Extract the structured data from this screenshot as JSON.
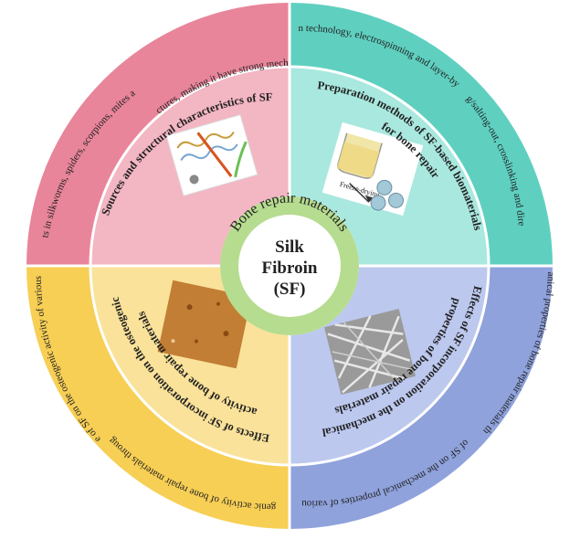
{
  "center": {
    "arc_label": "Bone repair materials",
    "line1": "Silk",
    "line2": "Fibroin",
    "line3": "(SF)"
  },
  "quadrants": {
    "top_left": {
      "title": "Sources and structural characteristics of SF",
      "outer_a": "SF's β-sheet structures, making it have strong mechanical properties",
      "outer_b": "SF exists in silkworms, spiders, scorpions, mites and bees"
    },
    "top_right": {
      "title_line1": "Preparation methods of SF-based biomaterials",
      "title_line2": "for bone repair",
      "outer_a": "The electrodeposition technology, electrospinning and layer-by-layer self-assembly",
      "outer_b": "Freeze-drying/salting-out, crosslinking and direct integration",
      "figure_label": "Freeze-drying"
    },
    "bottom_right": {
      "title_line1": "Effects of SF incorporation on the mechanical",
      "title_line2": "properties of bone repair materials",
      "outer_a": "SF promotes the mechanical properties of bone repair materials through β-sheet quantity",
      "outer_b": "The specific influence of SF on the mechanical properties of various bone repair materials"
    },
    "bottom_left": {
      "title_line1": "Effects of SF incorporation on the osteogenic",
      "title_line2": "activity of bone repair materials",
      "outer_a": "SF promotes the osteogenic activity of bone repair materials through signaling pathways",
      "outer_b": "The specific influence of SF on the osteogenic activity of various bone repair materials"
    }
  },
  "colors": {
    "tl_outer": "#e8859a",
    "tl_inner": "#f3b6c3",
    "tr_outer": "#5fd0c0",
    "tr_inner": "#a9e8df",
    "br_outer": "#8fa2dc",
    "br_inner": "#bcc8ee",
    "bl_outer": "#f7cf55",
    "bl_inner": "#fae29a",
    "center_ring": "#b6dc8f",
    "center_fill": "#ffffff"
  }
}
